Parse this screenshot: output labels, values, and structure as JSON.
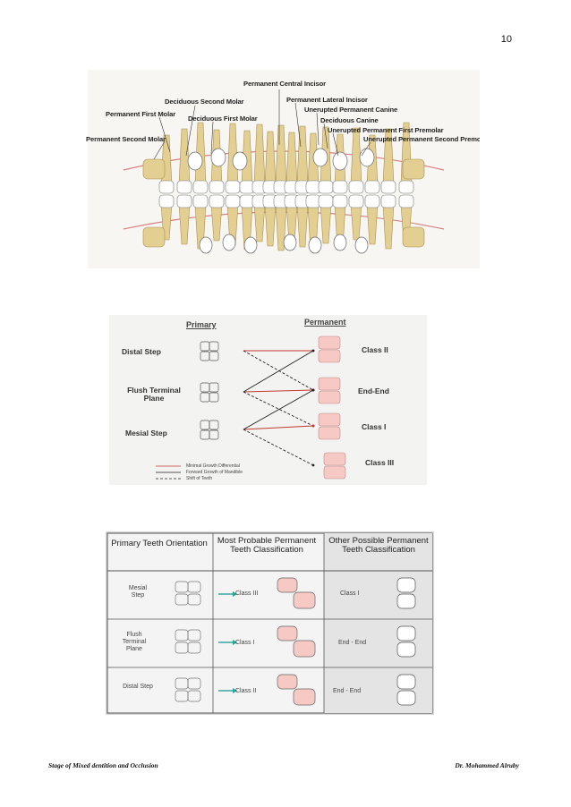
{
  "page_number": "10",
  "figure1": {
    "labels": {
      "permanent_central_incisor": "Permanent Central Incisor",
      "deciduous_second_molar": "Deciduous Second Molar",
      "permanent_lateral_incisor": "Permanent Lateral Incisor",
      "unerupted_permanent_canine": "Unerupted Permanent Canine",
      "permanent_first_molar": "Permanent First Molar",
      "deciduous_first_molar": "Deciduous First Molar",
      "deciduous_canine": "Deciduous Canine",
      "unerupted_permanent_first_premolar": "Unerupted Permanent First Premolar",
      "permanent_second_molar": "Permanent Second Molar",
      "unerupted_permanent_second_premolar": "Unerupted Permanent Second Premolar"
    }
  },
  "figure2": {
    "header_primary": "Primary",
    "header_permanent": "Permanent",
    "rows": [
      "Distal Step",
      "Flush Terminal Plane",
      "Mesial Step"
    ],
    "classes": [
      "Class II",
      "End-End",
      "Class I",
      "Class III"
    ],
    "legend": [
      "Minimal Growth Differential",
      "Forward Growth of Mandible",
      "Shift of Teeth"
    ]
  },
  "figure3": {
    "headers": [
      "Primary Teeth Orientation",
      "Most Probable Permanent Teeth Classification",
      "Other Possible Permanent Teeth Classification"
    ],
    "rows": [
      {
        "orientation": "Mesial Step",
        "probable": "Class III",
        "possible": "Class I"
      },
      {
        "orientation": "Flush Terminal Plane",
        "probable": "Class I",
        "possible": "End - End"
      },
      {
        "orientation": "Distal Step",
        "probable": "Class II",
        "possible": "End - End"
      }
    ]
  },
  "footer": {
    "left": "Stage of Mixed dentition and Occlusion",
    "right": "Dr. Mohammed Alruby"
  },
  "colors": {
    "tooth_root": "#e3cf92",
    "tooth_crown": "#ffffff",
    "gum_line": "#d98080",
    "arrow_red": "#c0392b",
    "arrow_teal": "#2aa59a",
    "permanent_tooth": "#f6c9c4"
  }
}
